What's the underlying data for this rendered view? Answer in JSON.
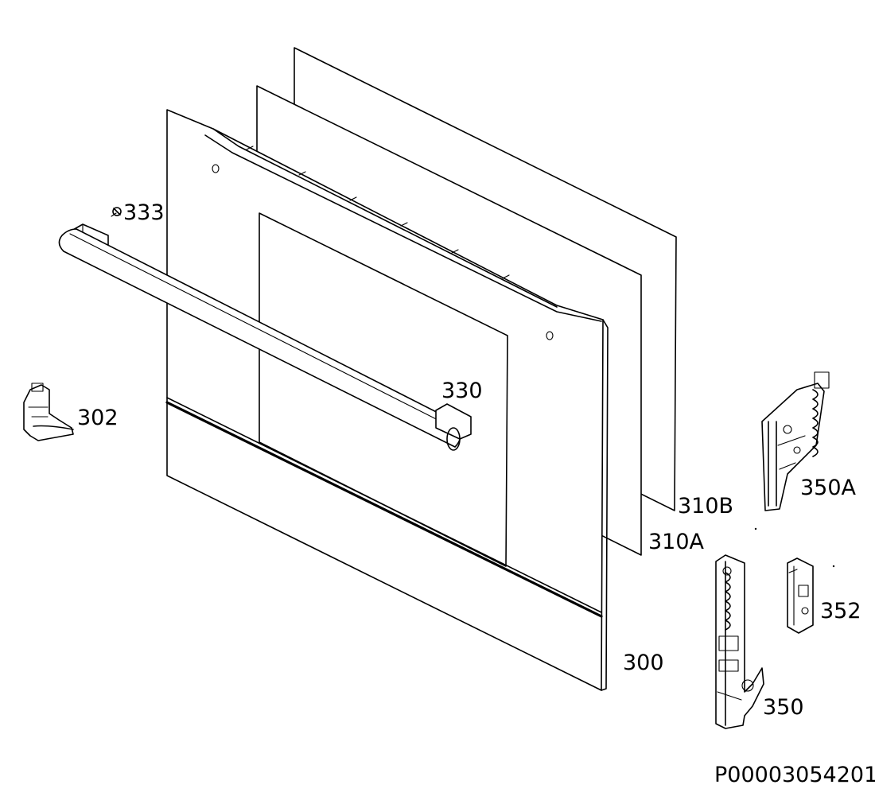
{
  "diagram": {
    "parts": {
      "p300": "300",
      "p302": "302",
      "p310a": "310A",
      "p310b": "310B",
      "p330": "330",
      "p333": "333",
      "p350": "350",
      "p350a": "350A",
      "p352": "352"
    },
    "drawing_code": "P00003054201"
  }
}
